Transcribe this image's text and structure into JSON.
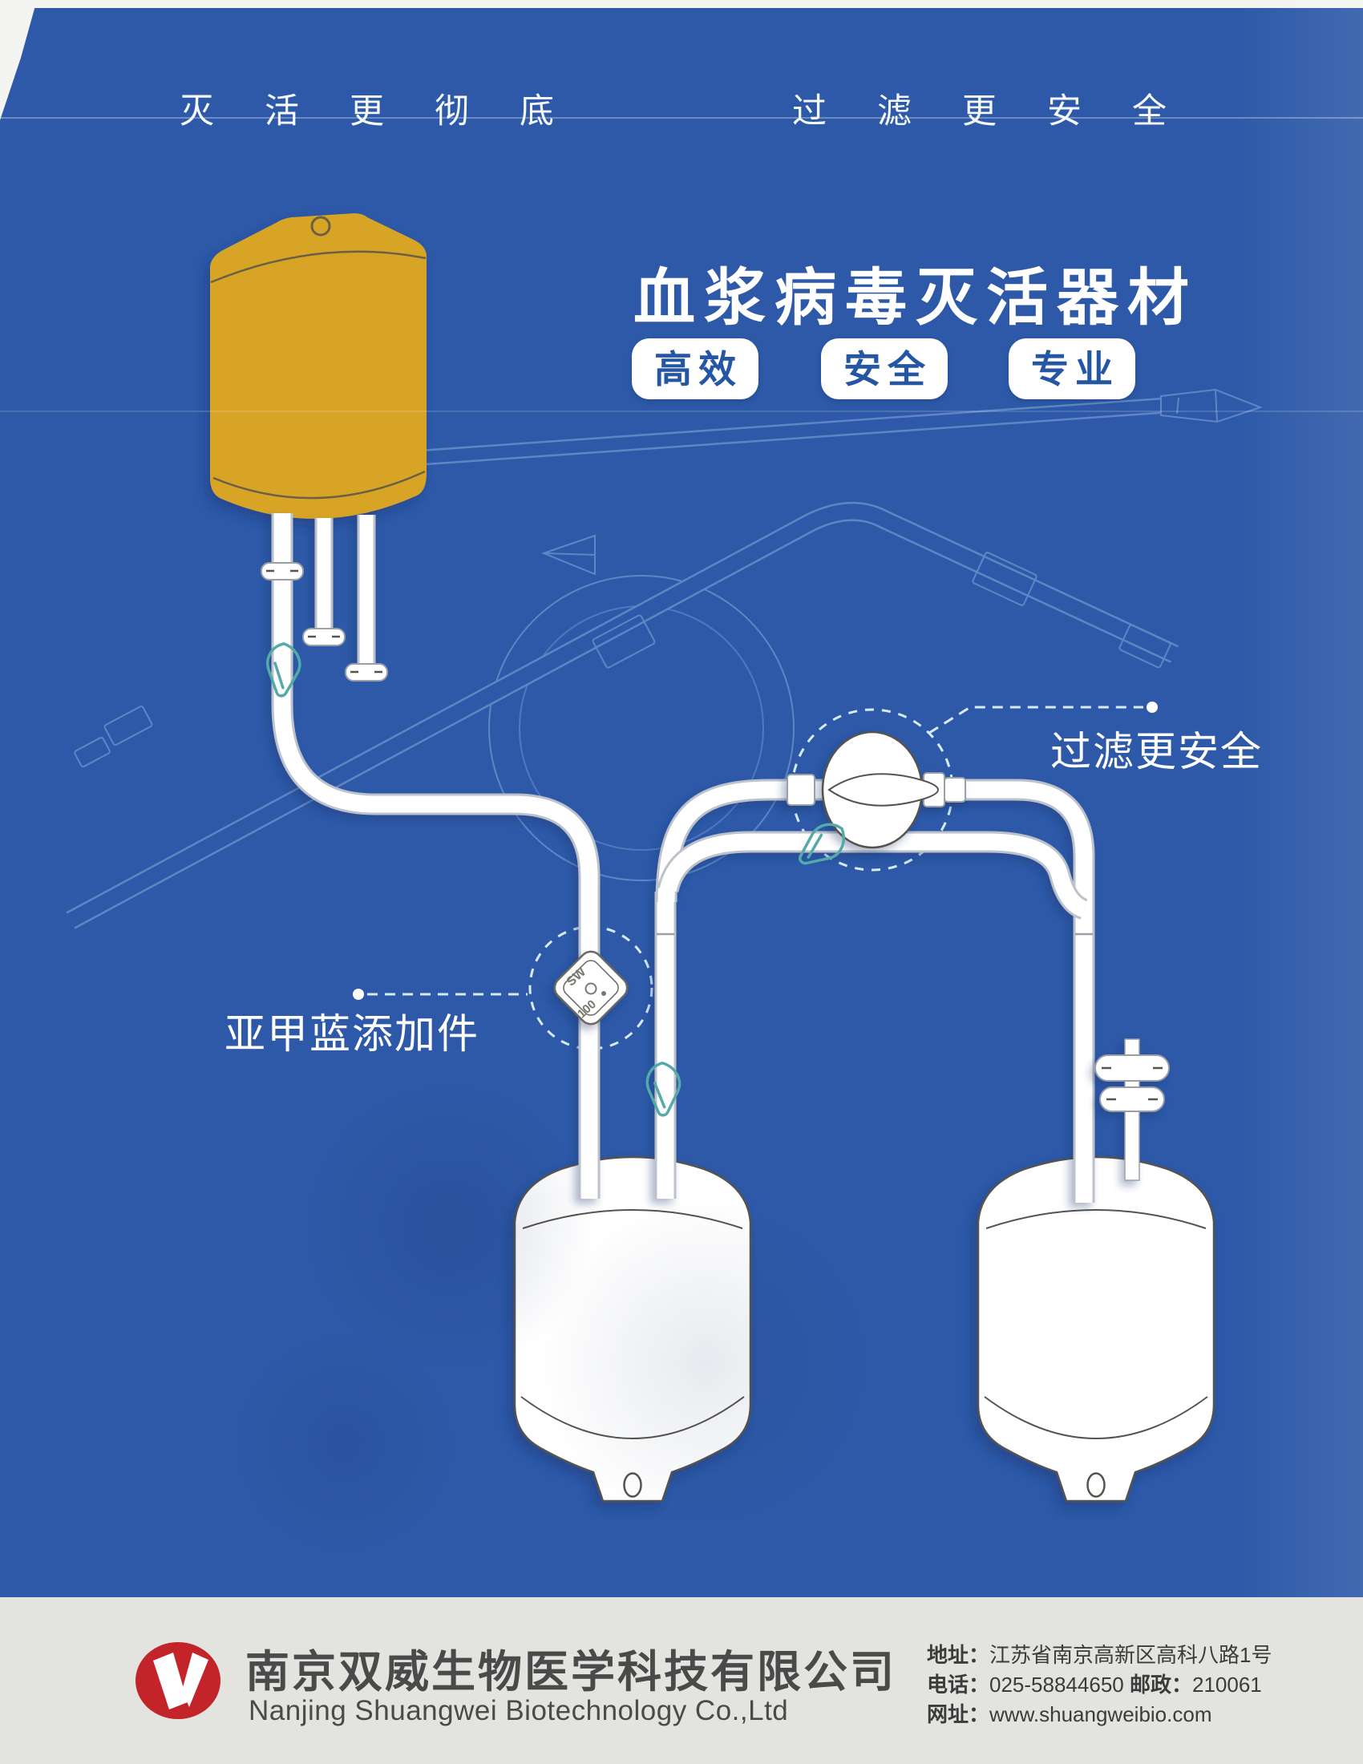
{
  "poster": {
    "slogan_left": "灭活更彻底",
    "slogan_right": "过滤更安全",
    "title": "血浆病毒灭活器材",
    "badges": [
      {
        "label": "高效"
      },
      {
        "label": "安全"
      },
      {
        "label": "专业"
      }
    ]
  },
  "diagram": {
    "filter_label": "过滤更安全",
    "additive_label": "亚甲蓝添加件",
    "additive_device_marking_top": "SW",
    "additive_device_marking_bottom": "100",
    "components": [
      {
        "name": "plasma-bag-yellow"
      },
      {
        "name": "methylene-blue-additive-device"
      },
      {
        "name": "inline-filter"
      },
      {
        "name": "illumination-bag"
      },
      {
        "name": "storage-bag"
      },
      {
        "name": "tube-clamps-teal"
      }
    ]
  },
  "colors": {
    "background_blue": "#2d59a8",
    "badge_text_blue": "#2456a4",
    "plasma_yellow": "#d7a425",
    "clamp_teal": "#54aaa8",
    "logo_red": "#c2242a",
    "footer_gray": "#e3e4e0",
    "annotation_dash": "#d8ecf8"
  },
  "footer": {
    "company_zh": "南京双威生物医学科技有限公司",
    "company_en": "Nanjing Shuangwei Biotechnology Co.,Ltd",
    "address_label": "地址：",
    "address": "江苏省南京高新区高科八路1号",
    "phone_label": "电话：",
    "phone": "025-58844650",
    "postal_label": "邮政：",
    "postal": "210061",
    "website_label": "网址：",
    "website": "www.shuangweibio.com"
  }
}
